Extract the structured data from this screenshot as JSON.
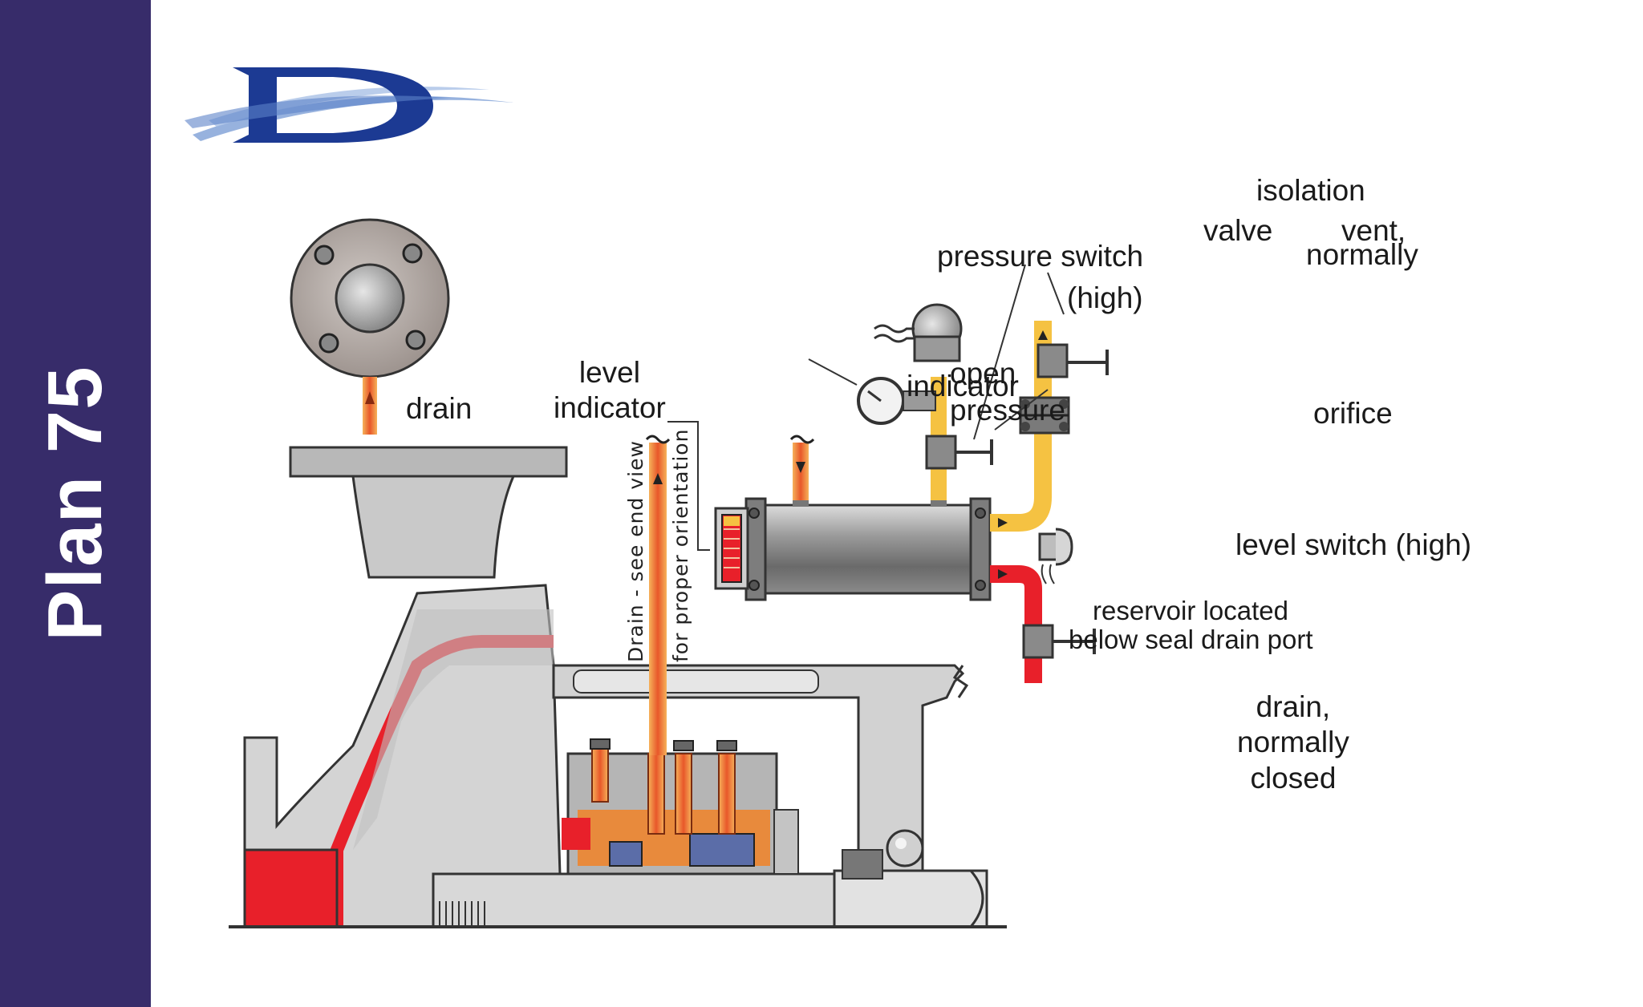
{
  "sidebar": {
    "title": "Plan 75"
  },
  "logo": {
    "letter": "D",
    "brand_color": "#1c3a93",
    "swoosh_color": "#7d9fd6"
  },
  "colors": {
    "sidebar_bg": "#372c6a",
    "process_red": "#e8202a",
    "vapor_yellow": "#f5c242",
    "drain_orange": "#f08a3c",
    "metal_gray": "#c8c8c8",
    "dark_gray": "#6e6e6e"
  },
  "labels": {
    "drain_top": "drain",
    "level_indicator": [
      "level",
      "indicator"
    ],
    "drain_orientation": [
      "Drain - see end view",
      "for proper orientation"
    ],
    "pressure_switch": [
      "pressure switch",
      "(high)"
    ],
    "pressure_indicator": [
      "indicator",
      "pressure"
    ],
    "open": "open",
    "isolation_valve": [
      "isolation",
      "valve"
    ],
    "vent": [
      "vent,",
      "normally"
    ],
    "orifice": "orifice",
    "level_switch": "level switch (high)",
    "reservoir": [
      "reservoir located",
      "below seal drain port"
    ],
    "drain_closed": [
      "drain,",
      "normally",
      "closed"
    ]
  }
}
